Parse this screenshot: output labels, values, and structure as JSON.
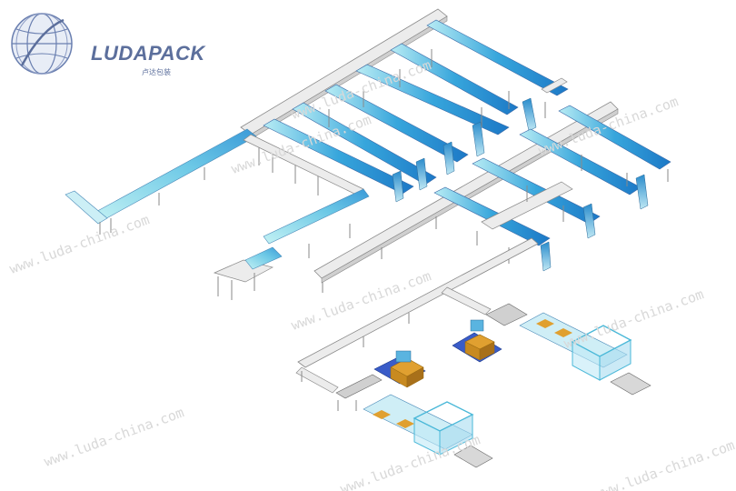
{
  "logo": {
    "brand": "LUDAPACK",
    "subtitle": "卢达包装",
    "icon": "globe-logo-icon"
  },
  "watermark": {
    "text": "www.luda-china.com"
  },
  "colors": {
    "conveyor_light": "#b8ecf4",
    "conveyor_mid": "#37a6dc",
    "conveyor_dark": "#1c78c6",
    "frame": "#8a8a8a",
    "rail": "#ececec",
    "box": "#e0a030",
    "machine": "#3a5cc8",
    "logo": "#5c6f9c"
  }
}
